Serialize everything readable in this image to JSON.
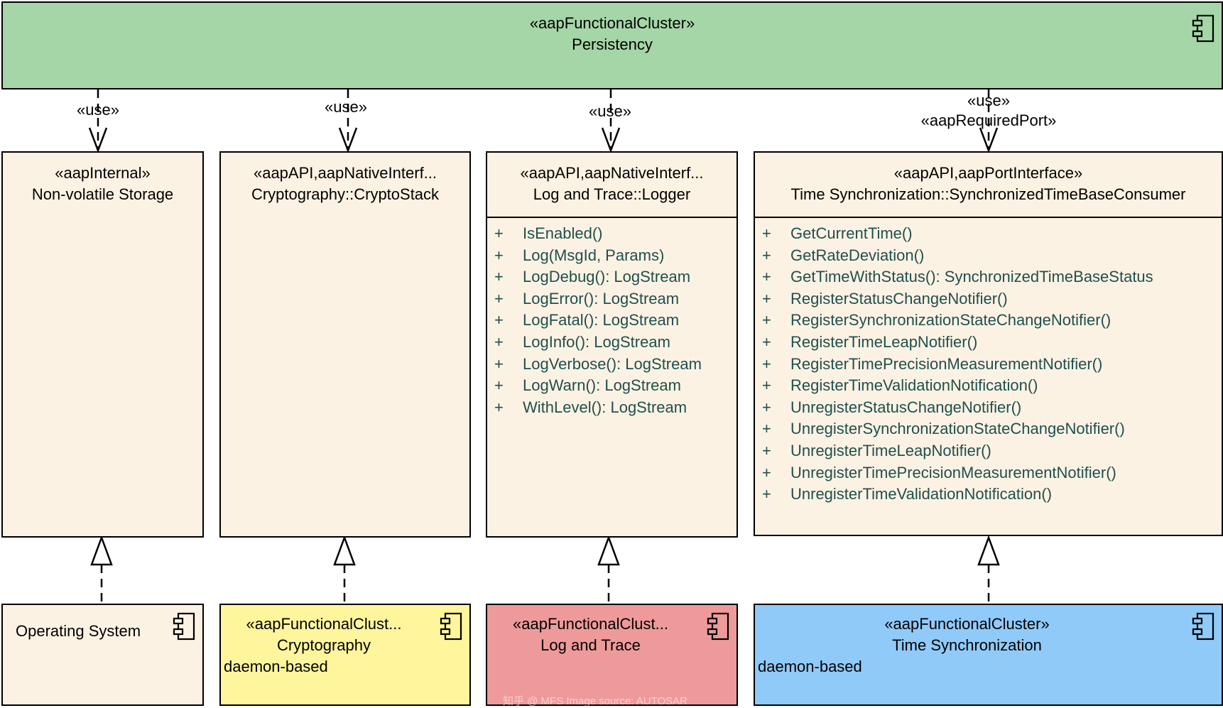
{
  "colors": {
    "persistency_fill": "#a5d6a7",
    "class_fill": "#fcf2e3",
    "crypto_fill": "#fff59d",
    "log_fill": "#ef9a9a",
    "timesync_fill": "#90caf9",
    "operation_text": "#1f4f4f",
    "line": "#000000"
  },
  "persistency": {
    "stereotype": "«aapFunctionalCluster»",
    "name": "Persistency",
    "icon": "component-icon"
  },
  "interfaces": [
    {
      "stereotype": "«aapInternal»",
      "name": "Non-volatile Storage",
      "usage_labels": [
        "«use»"
      ],
      "operations": []
    },
    {
      "stereotype": "«aapAPI,aapNativeInterf...",
      "name": "Cryptography::CryptoStack",
      "usage_labels": [
        "«use»"
      ],
      "operations": []
    },
    {
      "stereotype": "«aapAPI,aapNativeInterf...",
      "name": "Log and Trace::Logger",
      "usage_labels": [
        "«use»"
      ],
      "operations": [
        {
          "vis": "+",
          "sig": "IsEnabled()"
        },
        {
          "vis": "+",
          "sig": "Log(MsgId, Params)"
        },
        {
          "vis": "+",
          "sig": "LogDebug(): LogStream"
        },
        {
          "vis": "+",
          "sig": "LogError(): LogStream"
        },
        {
          "vis": "+",
          "sig": "LogFatal(): LogStream"
        },
        {
          "vis": "+",
          "sig": "LogInfo(): LogStream"
        },
        {
          "vis": "+",
          "sig": "LogVerbose(): LogStream"
        },
        {
          "vis": "+",
          "sig": "LogWarn(): LogStream"
        },
        {
          "vis": "+",
          "sig": "WithLevel(): LogStream"
        }
      ]
    },
    {
      "stereotype": "«aapAPI,aapPortInterface»",
      "name": "Time Synchronization::SynchronizedTimeBaseConsumer",
      "usage_labels": [
        "«use»",
        "«aapRequiredPort»"
      ],
      "operations": [
        {
          "vis": "+",
          "sig": "GetCurrentTime()"
        },
        {
          "vis": "+",
          "sig": "GetRateDeviation()"
        },
        {
          "vis": "+",
          "sig": "GetTimeWithStatus(): SynchronizedTimeBaseStatus"
        },
        {
          "vis": "+",
          "sig": "RegisterStatusChangeNotifier()"
        },
        {
          "vis": "+",
          "sig": "RegisterSynchronizationStateChangeNotifier()"
        },
        {
          "vis": "+",
          "sig": "RegisterTimeLeapNotifier()"
        },
        {
          "vis": "+",
          "sig": "RegisterTimePrecisionMeasurementNotifier()"
        },
        {
          "vis": "+",
          "sig": "RegisterTimeValidationNotification()"
        },
        {
          "vis": "+",
          "sig": "UnregisterStatusChangeNotifier()"
        },
        {
          "vis": "+",
          "sig": "UnregisterSynchronizationStateChangeNotifier()"
        },
        {
          "vis": "+",
          "sig": "UnregisterTimeLeapNotifier()"
        },
        {
          "vis": "+",
          "sig": "UnregisterTimePrecisionMeasurementNotifier()"
        },
        {
          "vis": "+",
          "sig": "UnregisterTimeValidationNotification()"
        }
      ]
    }
  ],
  "providers": [
    {
      "stereotype": "",
      "name": "Operating System",
      "tagged": "",
      "icon": "component-icon"
    },
    {
      "stereotype": "«aapFunctionalClust...",
      "name": "Cryptography",
      "tagged": "daemon-based",
      "icon": "component-icon"
    },
    {
      "stereotype": "«aapFunctionalClust...",
      "name": "Log and Trace",
      "tagged": "",
      "icon": "component-icon"
    },
    {
      "stereotype": "«aapFunctionalCluster»",
      "name": "Time Synchronization",
      "tagged": "daemon-based",
      "icon": "component-icon"
    }
  ],
  "watermark": "知乎 @ MFS  Image source: AUTOSAR"
}
